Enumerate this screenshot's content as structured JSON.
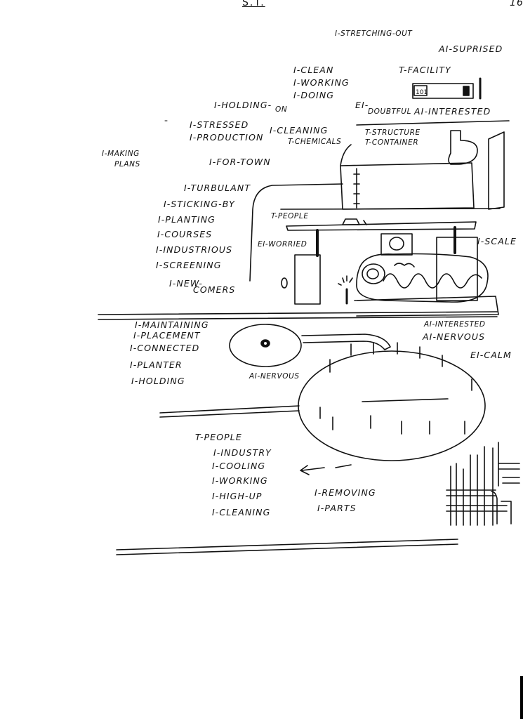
{
  "header": {
    "title": "S.T.",
    "page_number": "16"
  },
  "labels": {
    "stretching_out": "I-STRETCHING-OUT",
    "suprised": "AI-SUPRISED",
    "clean": "I-CLEAN",
    "working_top": "I-WORKING",
    "doing": "I-DOING",
    "facility": "T-FACILITY",
    "holding_on_1": "I-HOLDING-",
    "holding_on_2": "ON",
    "ei_prefix": "EI-",
    "doubtful": "DOUBTFUL",
    "interested_top": "AI-INTERESTED",
    "stressed": "I-STRESSED",
    "production": "I-PRODUCTION",
    "cleaning_mid": "I-CLEANING",
    "chemicals": "T-CHEMICALS",
    "structure": "T-STRUCTURE",
    "container": "T-CONTAINER",
    "making_plans_1": "I-MAKING",
    "making_plans_2": "PLANS",
    "for_town": "I-FOR-TOWN",
    "turbulant": "I-TURBULANT",
    "sticking_by": "I-STICKING-BY",
    "planting": "I-PLANTING",
    "people_mid": "T-PEOPLE",
    "courses": "I-COURSES",
    "worried": "EI-WORRIED",
    "scale": "I-SCALE",
    "industrious": "I-INDUSTRIOUS",
    "screening": "I-SCREENING",
    "newcomers_1": "I-NEW-",
    "newcomers_2": "COMERS",
    "maintaining": "I-MAINTAINING",
    "placement": "I-PLACEMENT",
    "connected": "I-CONNECTED",
    "planter": "I-PLANTER",
    "holding": "I-HOLDING",
    "nervous_left": "AI-NERVOUS",
    "interested_bottom": "AI-INTERESTED",
    "nervous_right": "AI-NERVOUS",
    "calm": "EI-CALM",
    "people_bottom": "T-PEOPLE",
    "industry": "I-INDUSTRY",
    "cooling": "I-COOLING",
    "working_bottom": "I-WORKING",
    "high_up": "I-HIGH-UP",
    "cleaning_bottom": "I-CLEANING",
    "removing": "I-REMOVING",
    "parts": "I-PARTS",
    "device_text": "101"
  }
}
